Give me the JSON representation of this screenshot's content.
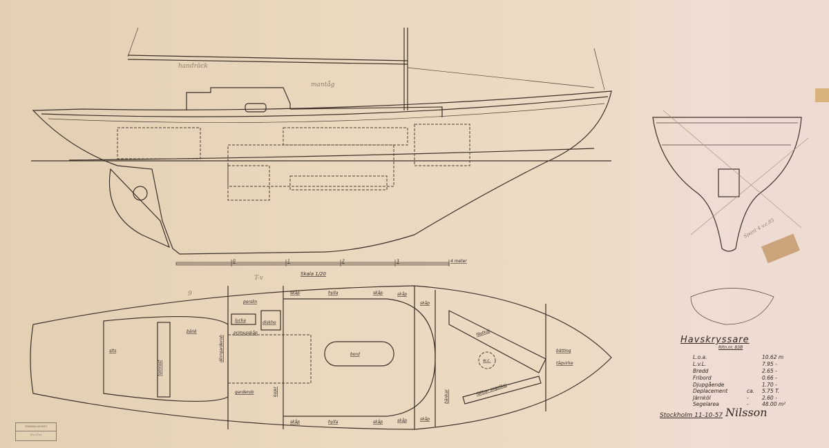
{
  "title_block": {
    "title": "Havskryssare",
    "drawing_no": "Ritn.nr. 83B",
    "specs": [
      {
        "key": "L.o.a.",
        "qual": "",
        "value": "10.62 m"
      },
      {
        "key": "L.v.L.",
        "qual": "",
        "value": "7.95 -"
      },
      {
        "key": "Bredd",
        "qual": "",
        "value": "2.65 -"
      },
      {
        "key": "Fribord",
        "qual": "",
        "value": "0.66 -"
      },
      {
        "key": "Djupgående",
        "qual": "",
        "value": "1.70 -"
      },
      {
        "key": "Deplacement",
        "qual": "ca.",
        "value": "5.75 T."
      },
      {
        "key": "Järnköl",
        "qual": "-",
        "value": "2.60 -"
      },
      {
        "key": "Segelarea",
        "qual": "-",
        "value": "48.00 m²"
      }
    ],
    "place_date": "Stockholm 11-10-57",
    "signature": "Nilsson"
  },
  "scale_bar": {
    "ticks": [
      "0",
      "1",
      "2",
      "3",
      "4 meter"
    ],
    "label": "Skala 1/20"
  },
  "plan_labels": {
    "sits": "sits",
    "bank": "bänk",
    "rorkult": "tomrost",
    "dorr": "dörrgarderob",
    "porslin": "porslin",
    "lucka": "lucka",
    "diskho": "diskho",
    "primus": "primusskåp",
    "garderob": "garderob",
    "bord": "bord",
    "skap": "skåp",
    "hylla": "hylla",
    "kojer": "kojer",
    "borrer": "bänkar",
    "segelkoj": "fällbar segelkoj",
    "forsk": "fästkoj",
    "wc": "w.c.",
    "batting": "bätting",
    "tagvirke": "tågvirke"
  },
  "pencil_notes": {
    "handrack": "handräck",
    "mantag": "mantåg",
    "tv": "T-v",
    "nine": "9",
    "section_note": "Spant 4 v.c.85"
  },
  "stamp": {
    "line1": "TEKNISKA MUSEET",
    "line2": "S-V 1714"
  }
}
